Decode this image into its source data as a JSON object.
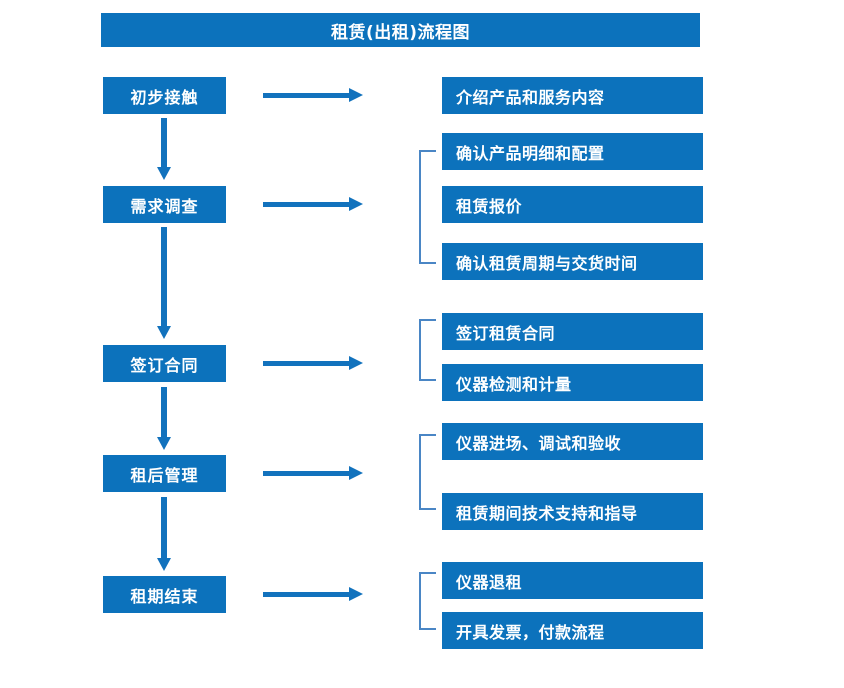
{
  "title": "租赁(出租)流程图",
  "colors": {
    "box_fill": "#0c72bc",
    "box_text": "#ffffff",
    "arrow": "#1272bd",
    "bracket": "#4a86c5",
    "background": "#ffffff"
  },
  "stages": [
    {
      "label": "初步接触"
    },
    {
      "label": "需求调查"
    },
    {
      "label": "签订合同"
    },
    {
      "label": "租后管理"
    },
    {
      "label": "租期结束"
    }
  ],
  "details": [
    {
      "label": "介绍产品和服务内容"
    },
    {
      "label": "确认产品明细和配置"
    },
    {
      "label": "租赁报价"
    },
    {
      "label": "确认租赁周期与交货时间"
    },
    {
      "label": "签订租赁合同"
    },
    {
      "label": "仪器检测和计量"
    },
    {
      "label": "仪器进场、调试和验收"
    },
    {
      "label": "租赁期间技术支持和指导"
    },
    {
      "label": "仪器退租"
    },
    {
      "label": "开具发票，付款流程"
    }
  ]
}
